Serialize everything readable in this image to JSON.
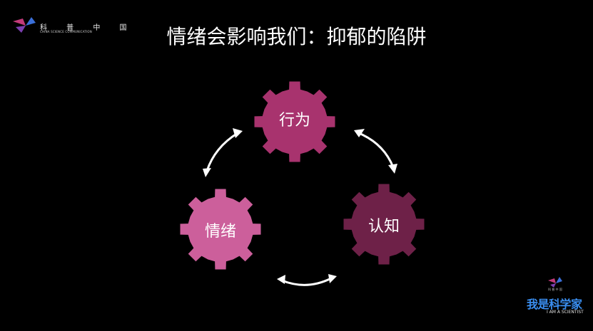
{
  "logo": {
    "cn_text": "科 普 中 国",
    "en_text": "CHINA SCIENCE COMMUNICATION"
  },
  "title": "情绪会影响我们：抑郁的陷阱",
  "diagram": {
    "nodes": [
      {
        "id": "behavior",
        "label": "行为",
        "color": "#a8336e"
      },
      {
        "id": "cognition",
        "label": "认知",
        "color": "#6e2148"
      },
      {
        "id": "emotion",
        "label": "情绪",
        "color": "#cc5f9b"
      }
    ],
    "arrow_color": "#ffffff"
  },
  "brand": {
    "small_text": "科 普 中 国",
    "main_text": "我是科学家",
    "sub_text": "I AM A SCIENTIST"
  }
}
